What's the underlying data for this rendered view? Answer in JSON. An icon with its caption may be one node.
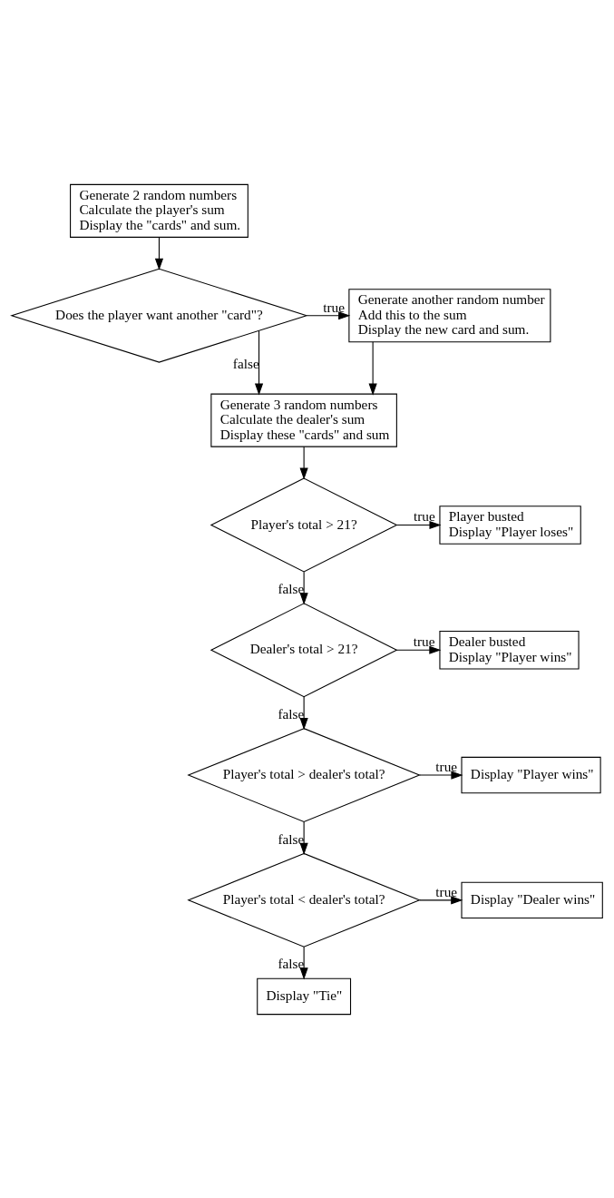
{
  "diagram": {
    "nodes": [
      {
        "text": [
          "Generate 2 random numbers",
          "Calculate the player's sum",
          "Display the \"cards\" and sum."
        ]
      },
      {
        "text": [
          "Does the player want another \"card\"?"
        ]
      },
      {
        "text": [
          "Generate another random number",
          "Add this to the sum",
          "Display the new card and sum."
        ]
      },
      {
        "text": [
          "Generate 3 random numbers",
          "Calculate the dealer's sum",
          "Display these \"cards\" and sum"
        ]
      },
      {
        "text": [
          "Player's total > 21?"
        ]
      },
      {
        "text": [
          "Player busted",
          "Display \"Player loses\""
        ]
      },
      {
        "text": [
          "Dealer's total > 21?"
        ]
      },
      {
        "text": [
          "Dealer busted",
          "Display \"Player wins\""
        ]
      },
      {
        "text": [
          "Player's total > dealer's total?"
        ]
      },
      {
        "text": [
          "Display \"Player wins\""
        ]
      },
      {
        "text": [
          "Player's total < dealer's total?"
        ]
      },
      {
        "text": [
          "Display \"Dealer wins\""
        ]
      },
      {
        "text": [
          "Display \"Tie\""
        ]
      }
    ],
    "edges": [
      {
        "from": 0,
        "to": 1,
        "arrow": "to"
      },
      {
        "from": 1,
        "to": 2,
        "arrow": "to",
        "label": "true"
      },
      {
        "from": 1,
        "to": 3,
        "arrow": "to",
        "label": "false"
      },
      {
        "from": 2,
        "to": 3,
        "arrow": "to"
      },
      {
        "from": 3,
        "to": 4,
        "arrow": "to"
      },
      {
        "from": 4,
        "to": 5,
        "arrow": "to",
        "label": "true"
      },
      {
        "from": 4,
        "to": 6,
        "arrow": "to",
        "label": "false"
      },
      {
        "from": 6,
        "to": 7,
        "arrow": "to",
        "label": "true"
      },
      {
        "from": 6,
        "to": 8,
        "arrow": "to",
        "label": "false"
      },
      {
        "from": 8,
        "to": 9,
        "arrow": "to",
        "label": "true"
      },
      {
        "from": 8,
        "to": 10,
        "arrow": "to",
        "label": "false"
      },
      {
        "from": 10,
        "to": 11,
        "arrow": "to",
        "label": "true"
      },
      {
        "from": 10,
        "to": 12,
        "arrow": "to",
        "label": "false"
      }
    ]
  }
}
